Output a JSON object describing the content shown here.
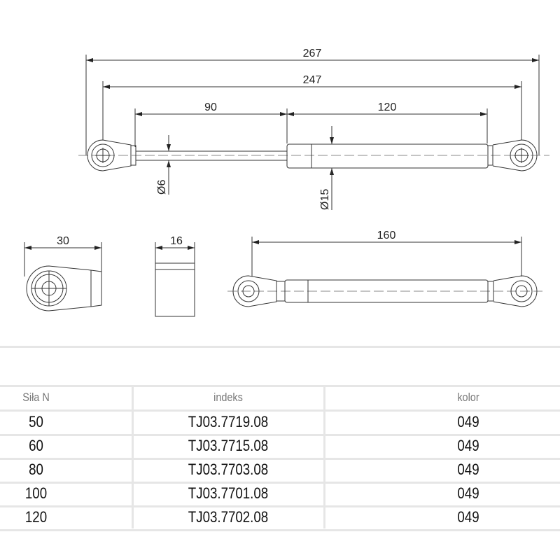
{
  "drawing": {
    "dims_top": {
      "overall": "267",
      "eye_to_eye": "247",
      "rod": "90",
      "cylinder": "120",
      "rod_dia": "Ø6",
      "cyl_dia": "Ø15"
    },
    "dims_bottom": {
      "eye_width": "30",
      "eye_thickness": "16",
      "compressed": "160"
    }
  },
  "table": {
    "headers": [
      "Siła N",
      "indeks",
      "kolor"
    ],
    "rows": [
      [
        "50",
        "TJ03.7719.08",
        "049"
      ],
      [
        "60",
        "TJ03.7715.08",
        "049"
      ],
      [
        "80",
        "TJ03.7703.08",
        "049"
      ],
      [
        "100",
        "TJ03.7701.08",
        "049"
      ],
      [
        "120",
        "TJ03.7702.08",
        "049"
      ]
    ]
  }
}
